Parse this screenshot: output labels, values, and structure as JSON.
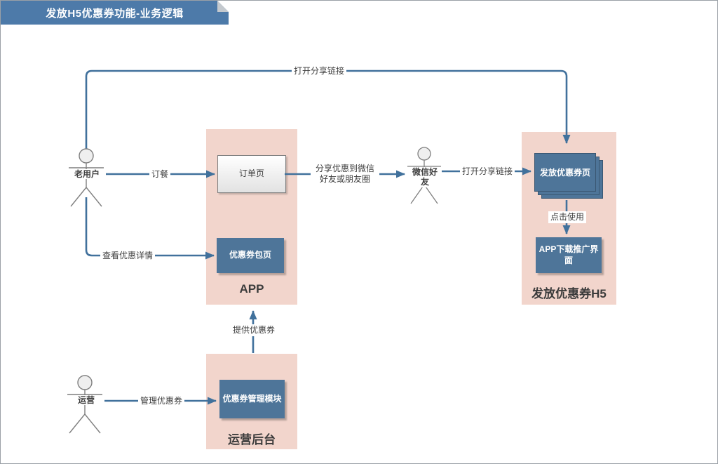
{
  "title_banner": {
    "text": "发放H5优惠券功能-业务逻辑"
  },
  "colors": {
    "banner_blue": "#4d7aa9",
    "node_blue": "#4e7599",
    "arrow_blue": "#41719c",
    "container_pink": "#f2d5cc",
    "figure_gray": "#7f7f7f"
  },
  "actors": {
    "old_user": "老用户",
    "wechat_friend": "微信好友",
    "operator": "运营"
  },
  "containers": {
    "app": "APP",
    "h5": "发放优惠券H5",
    "backend": "运营后台"
  },
  "nodes": {
    "order_page": "订单页",
    "coupon_package_page": "优惠券包页",
    "coupon_distribute_page": "发放优惠券页",
    "app_download_page": "APP下载推广界面",
    "coupon_manage_module": "优惠券管理模块"
  },
  "edges": {
    "open_share_link_top": "打开分享链接",
    "order_food": "订餐",
    "view_coupon_detail": "查看优惠详情",
    "share_to_wechat": "分享优惠到微信好友或朋友圈",
    "open_share_link": "打开分享链接",
    "click_to_use": "点击使用",
    "provide_coupon": "提供优惠券",
    "manage_coupon": "管理优惠券"
  }
}
